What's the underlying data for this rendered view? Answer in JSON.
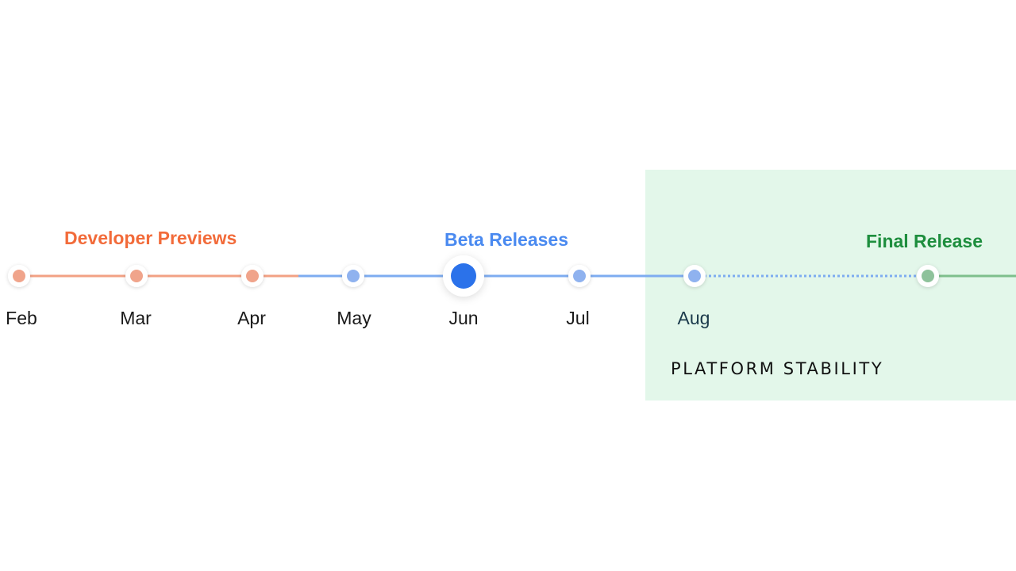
{
  "phases": {
    "developer_previews": {
      "label": "Developer Previews",
      "color": "#f26b3a"
    },
    "beta_releases": {
      "label": "Beta Releases",
      "color": "#4a8af0"
    },
    "final_release": {
      "label": "Final Release",
      "color": "#1e8e3e"
    }
  },
  "platform_stability": {
    "label": "PLATFORM STABILITY",
    "background": "#e3f7ea"
  },
  "months": [
    {
      "label": "Feb",
      "phase": "developer_previews"
    },
    {
      "label": "Mar",
      "phase": "developer_previews"
    },
    {
      "label": "Apr",
      "phase": "developer_previews"
    },
    {
      "label": "May",
      "phase": "beta_releases"
    },
    {
      "label": "Jun",
      "phase": "beta_releases",
      "current": true
    },
    {
      "label": "Jul",
      "phase": "beta_releases"
    },
    {
      "label": "Aug",
      "phase": "beta_releases"
    }
  ],
  "colors": {
    "preview_line": "#f2a184",
    "preview_dot": "#f0a48b",
    "beta_line": "#7eacf0",
    "beta_dot": "#8fb2ef",
    "current_dot": "#2b72ea",
    "final_line": "#7ebf8c",
    "final_dot": "#8ec29b",
    "aug_label": "#1b3a4b"
  }
}
